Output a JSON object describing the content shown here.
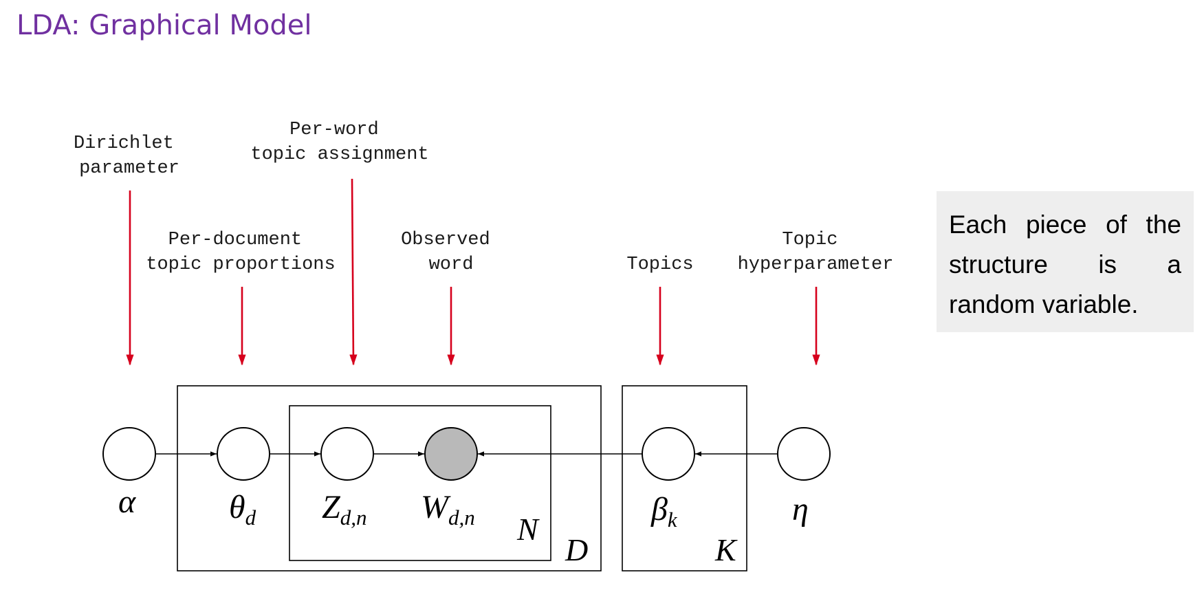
{
  "title": "LDA: Graphical Model",
  "note": "Each piece of the structure is a random variable.",
  "annotations": {
    "dirichlet": [
      "Dirichlet",
      "parameter"
    ],
    "per_word": [
      "Per-word",
      "topic assignment"
    ],
    "per_document": [
      "Per-document",
      "topic proportions"
    ],
    "observed": [
      "Observed",
      "word"
    ],
    "topics": [
      "Topics"
    ],
    "topic_hyper": [
      "Topic",
      "hyperparameter"
    ]
  },
  "nodes": {
    "alpha": {
      "symbol": "α",
      "observed": false
    },
    "theta": {
      "symbol": "θ",
      "sub": "d",
      "observed": false
    },
    "z": {
      "symbol": "Z",
      "sub": "d,n",
      "observed": false
    },
    "w": {
      "symbol": "W",
      "sub": "d,n",
      "observed": true
    },
    "beta": {
      "symbol": "β",
      "sub": "k",
      "observed": false
    },
    "eta": {
      "symbol": "η",
      "observed": false
    }
  },
  "plates": {
    "N": "N",
    "D": "D",
    "K": "K"
  },
  "colors": {
    "title": "#7030a0",
    "pointer": "#d6001c",
    "observed_fill": "#b9b9b9",
    "note_bg": "#eeeeee"
  }
}
